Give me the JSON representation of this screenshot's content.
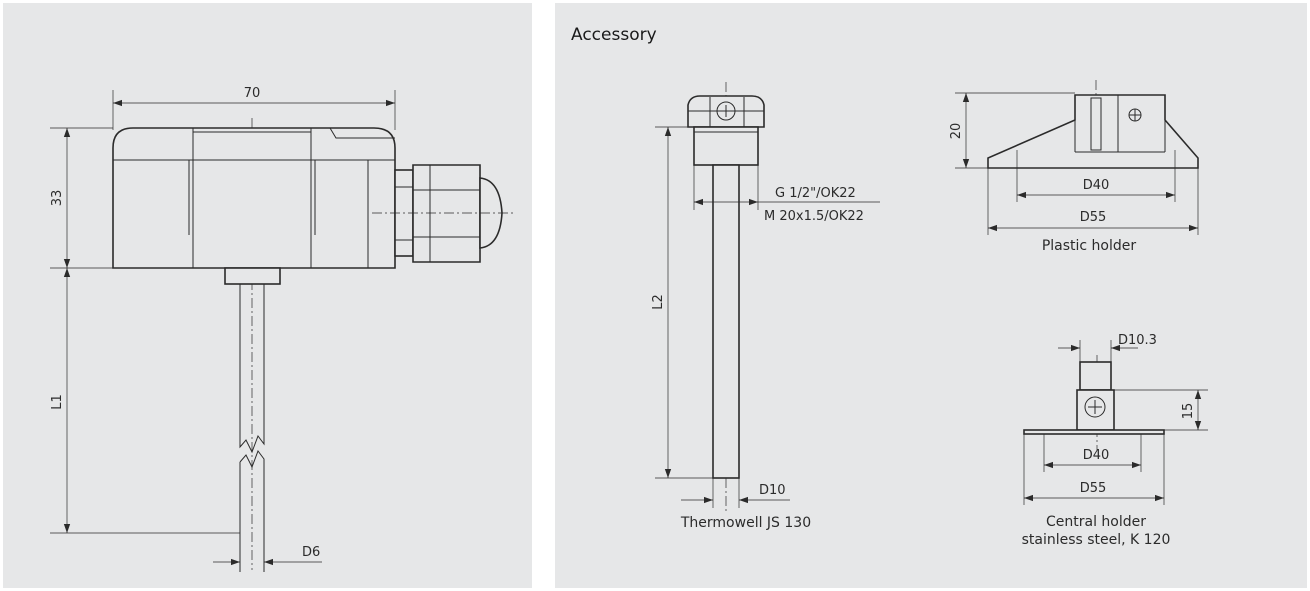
{
  "left_panel": {
    "dims": {
      "width": "70",
      "height": "33",
      "length": "L1",
      "diameter": "D6"
    }
  },
  "right_panel": {
    "heading": "Accessory",
    "thermowell": {
      "thread_1": "G 1/2\"/OK22",
      "thread_2": "M 20x1.5/OK22",
      "length": "L2",
      "diameter": "D10",
      "caption": "Thermowell JS 130"
    },
    "plastic_holder": {
      "height": "20",
      "inner_diameter": "D40",
      "outer_diameter": "D55",
      "caption": "Plastic holder"
    },
    "central_holder": {
      "bore": "D10.3",
      "height": "15",
      "inner_diameter": "D40",
      "outer_diameter": "D55",
      "caption_line_1": "Central holder",
      "caption_line_2": "stainless steel, K 120"
    }
  },
  "colors": {
    "panel_bg": "#e6e7e8",
    "line": "#2b2b2b"
  }
}
